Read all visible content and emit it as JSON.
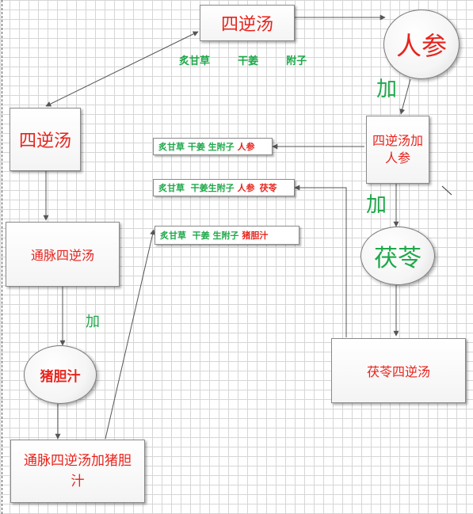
{
  "nodes": {
    "sini_top": "四逆汤",
    "sini_left": "四逆汤",
    "tongmai": "通脉四逆汤",
    "tongmai_zhudan": "通脉四逆汤加猪胆汁",
    "sini_renshen": "四逆汤加人参",
    "fuling_sini": "茯苓四逆汤",
    "renshen": "人参",
    "fuling": "茯苓",
    "zhudanzhi": "猪胆汁"
  },
  "plus_labels": {
    "plus1": "加",
    "plus2": "加",
    "plus3": "加"
  },
  "top_ingredients": {
    "item1": "炙甘草",
    "item2": "干姜",
    "item3": "附子"
  },
  "herb_boxes": {
    "box1": {
      "green_text": "炙甘草 干姜 生附子 ",
      "red_text": "人参"
    },
    "box2": {
      "green_text": "炙甘草  干姜生附子 ",
      "red_text_1": "人参",
      "red_text_2": "茯苓"
    },
    "box3": {
      "green_text": "炙甘草  干姜 生附子 ",
      "red_text": "猪胆汁"
    }
  },
  "colors": {
    "red": "#e8231c",
    "green": "#1fa84a",
    "line": "#555555"
  }
}
